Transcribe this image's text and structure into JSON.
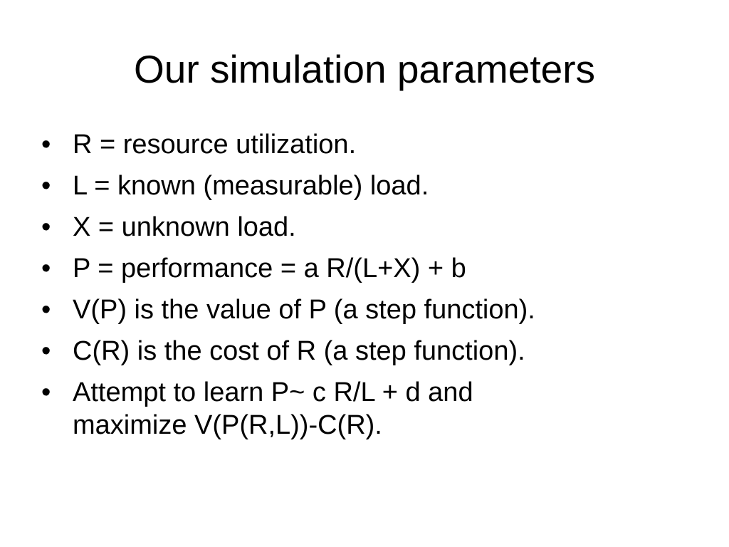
{
  "slide": {
    "title": "Our simulation parameters",
    "bullet_symbol": "•",
    "bullets": [
      "R = resource utilization.",
      "L = known (measurable) load.",
      "X = unknown load.",
      "P = performance = a R/(L+X) + b",
      "V(P) is the value of P (a step function).",
      "C(R) is the cost of R (a step function).",
      "Attempt to learn P~ c R/L + d and\nmaximize V(P(R,L))-C(R)."
    ]
  }
}
